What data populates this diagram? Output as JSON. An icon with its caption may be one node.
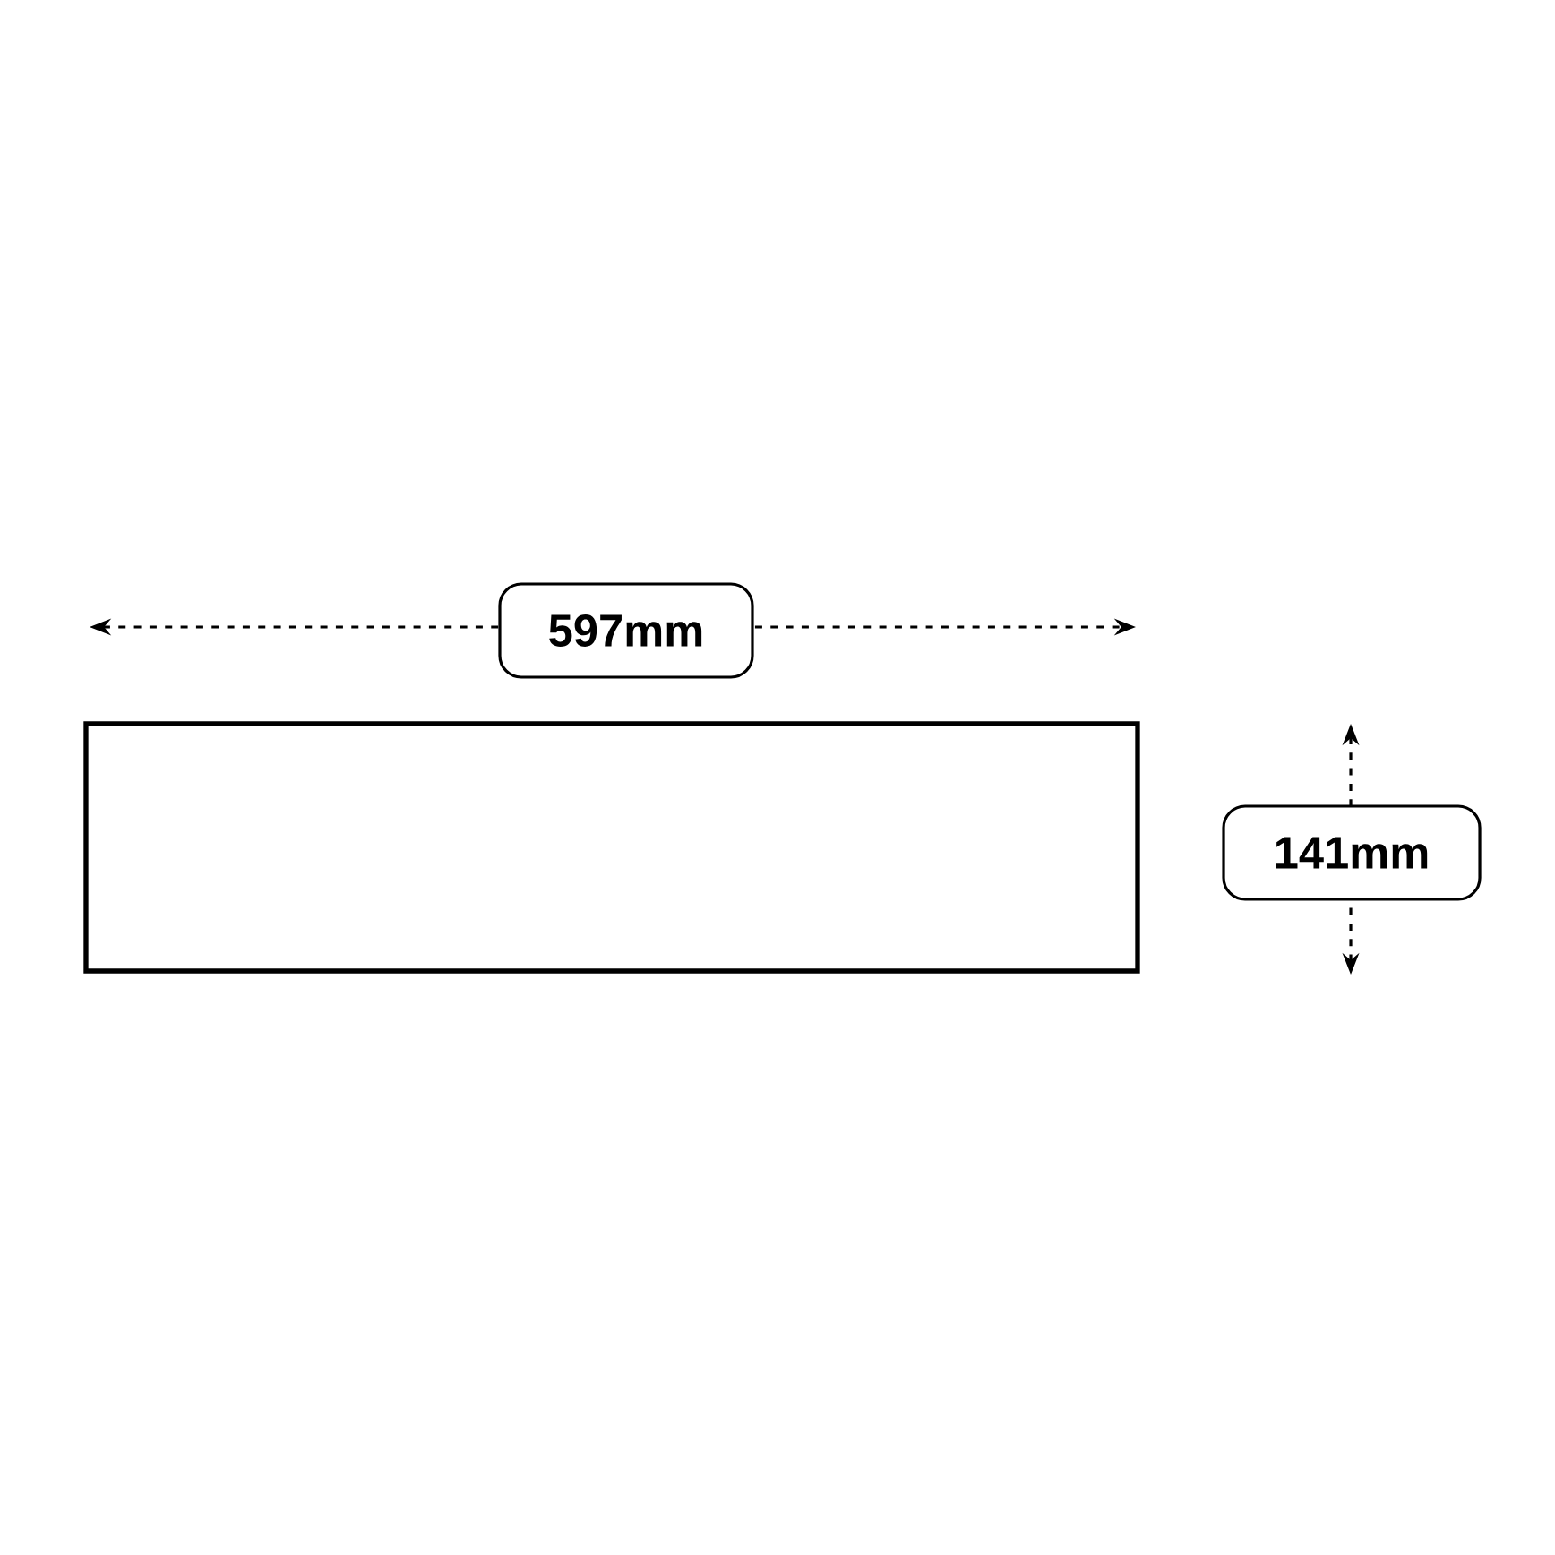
{
  "diagram": {
    "nodes": [
      {
        "text": [
          "597mm"
        ]
      },
      {
        "text": [],
        "shape": "box"
      },
      {
        "text": [
          "141mm"
        ]
      }
    ]
  }
}
